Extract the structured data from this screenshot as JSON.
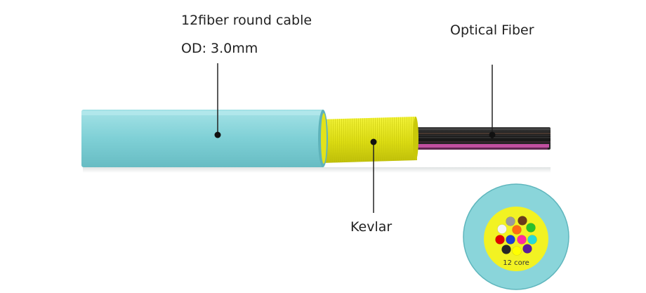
{
  "labels": {
    "cable_name": "12fiber round cable",
    "outer_diameter": "OD: 3.0mm",
    "optical_fiber": "Optical Fiber",
    "kevlar": "Kevlar",
    "core_count": "12 core"
  },
  "colors": {
    "jacket": "#7fd3d8",
    "kevlar": "#e8e81c",
    "fiber_dark": "#1a1a1a",
    "fiber_pink": "#c04fa0",
    "leader_line": "#222222"
  },
  "cross_section_fiber_colors": [
    "#9b9b9b",
    "#6b3a1a",
    "#f5f5f5",
    "#ff6a13",
    "#2bbf2b",
    "#e00000",
    "#1a3fd6",
    "#ff2a9e",
    "#28d9d9",
    "#262626",
    "#ffff00",
    "#5a1a9c"
  ]
}
